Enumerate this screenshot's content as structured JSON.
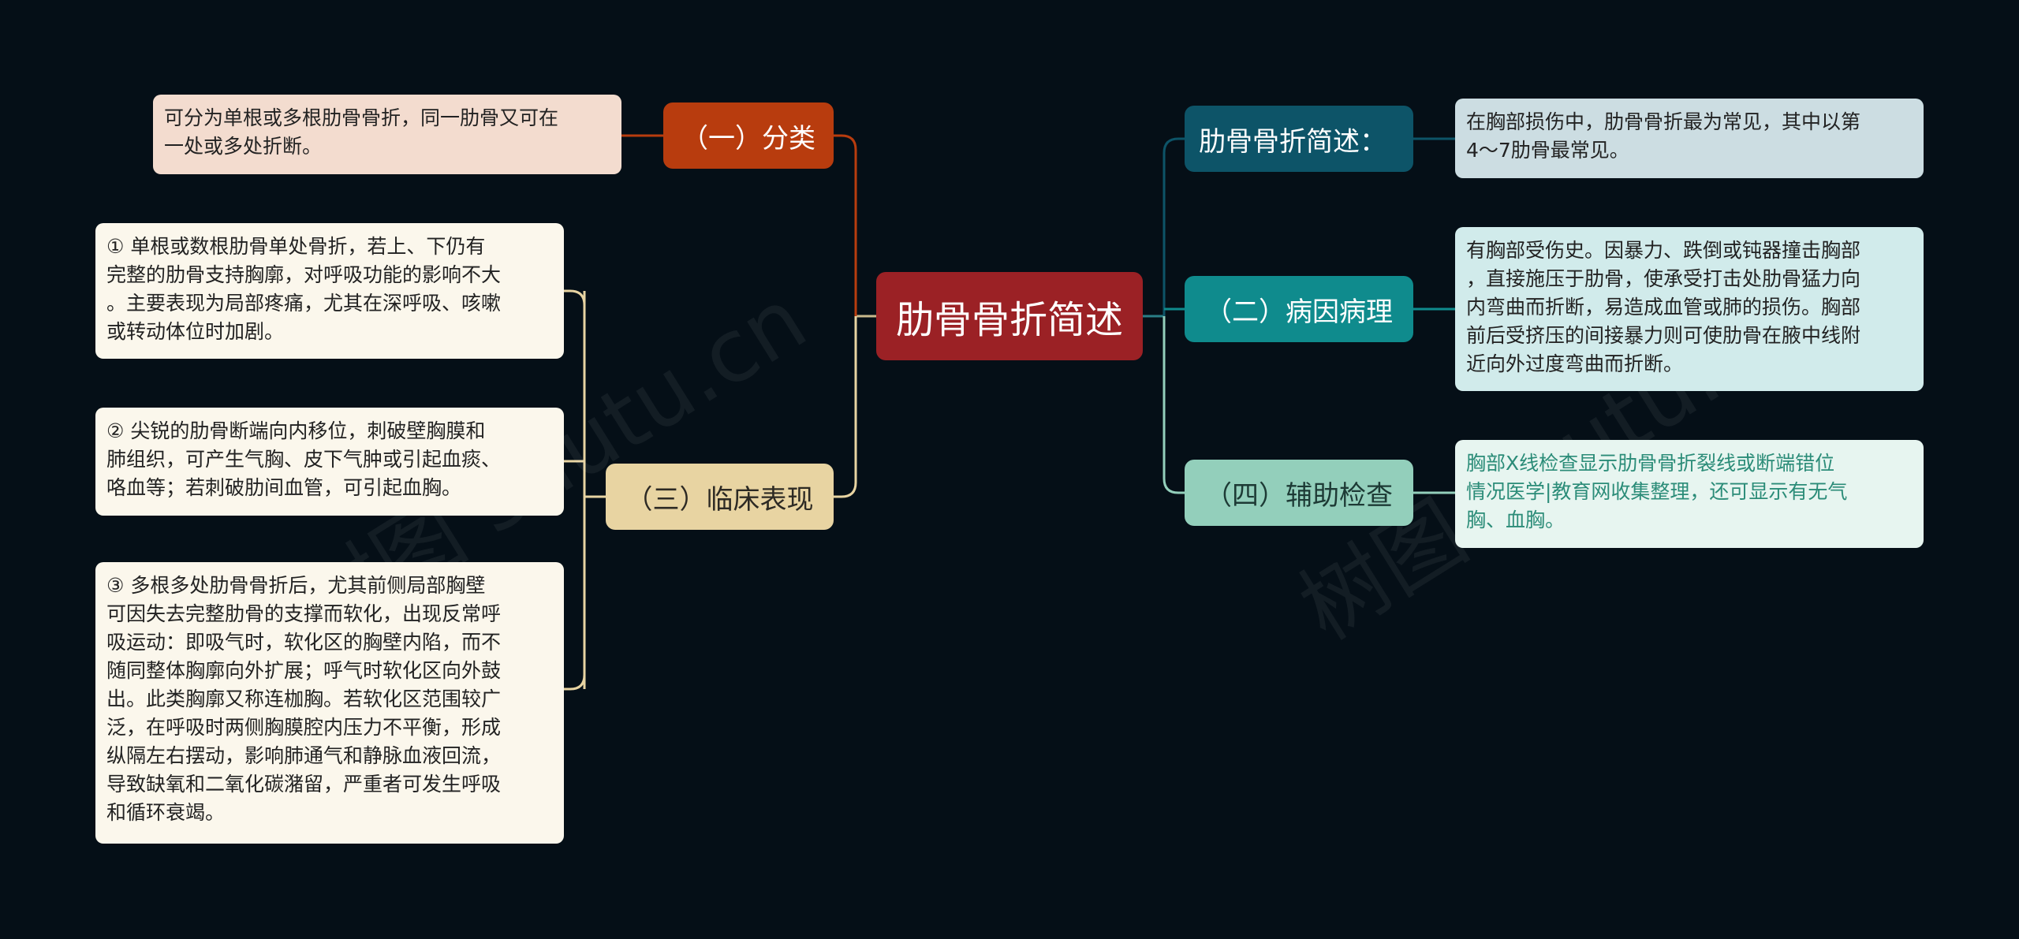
{
  "root": {
    "title": "肋骨骨折简述"
  },
  "branches": {
    "classification": {
      "label": "（一）分类",
      "text": "可分为单根或多根肋骨骨折，同一肋骨又可在\n一处或多处折断。"
    },
    "clinical": {
      "label": "（三）临床表现",
      "items": [
        "① 单根或数根肋骨单处骨折，若上、下仍有\n完整的肋骨支持胸廓，对呼吸功能的影响不大\n。主要表现为局部疼痛，尤其在深呼吸、咳嗽\n或转动体位时加剧。",
        "② 尖锐的肋骨断端向内移位，刺破壁胸膜和\n肺组织，可产生气胸、皮下气肿或引起血痰、\n咯血等；若刺破肋间血管，可引起血胸。",
        "③ 多根多处肋骨骨折后，尤其前侧局部胸壁\n可因失去完整肋骨的支撑而软化，出现反常呼\n吸运动：即吸气时，软化区的胸壁内陷，而不\n随同整体胸廓向外扩展；呼气时软化区向外鼓\n出。此类胸廓又称连枷胸。若软化区范围较广\n泛，在呼吸时两侧胸膜腔内压力不平衡，形成\n纵隔左右摆动，影响肺通气和静脉血液回流，\n导致缺氧和二氧化碳潴留，严重者可发生呼吸\n和循环衰竭。"
      ]
    },
    "overview": {
      "label": "肋骨骨折简述：",
      "text": "在胸部损伤中，肋骨骨折最为常见，其中以第\n4～7肋骨最常见。"
    },
    "etiology": {
      "label": "（二）病因病理",
      "text": "有胸部受伤史。因暴力、跌倒或钝器撞击胸部\n，直接施压于肋骨，使承受打击处肋骨猛力向\n内弯曲而折断，易造成血管或肺的损伤。胸部\n前后受挤压的间接暴力则可使肋骨在腋中线附\n近向外过度弯曲而折断。"
    },
    "exam": {
      "label": "（四）辅助检查",
      "text": "胸部X线检查显示肋骨骨折裂线或断端错位\n情况医学|教育网收集整理，还可显示有无气\n胸、血胸。"
    }
  },
  "watermark": "树图 shutu.cn",
  "colors": {
    "background": "#050f17",
    "root": "#9b2125",
    "classification": "#b83c0e",
    "clinical": "#e8d4a2",
    "overview": "#0d5468",
    "etiology": "#0f8b8d",
    "exam": "#93cfbb"
  }
}
